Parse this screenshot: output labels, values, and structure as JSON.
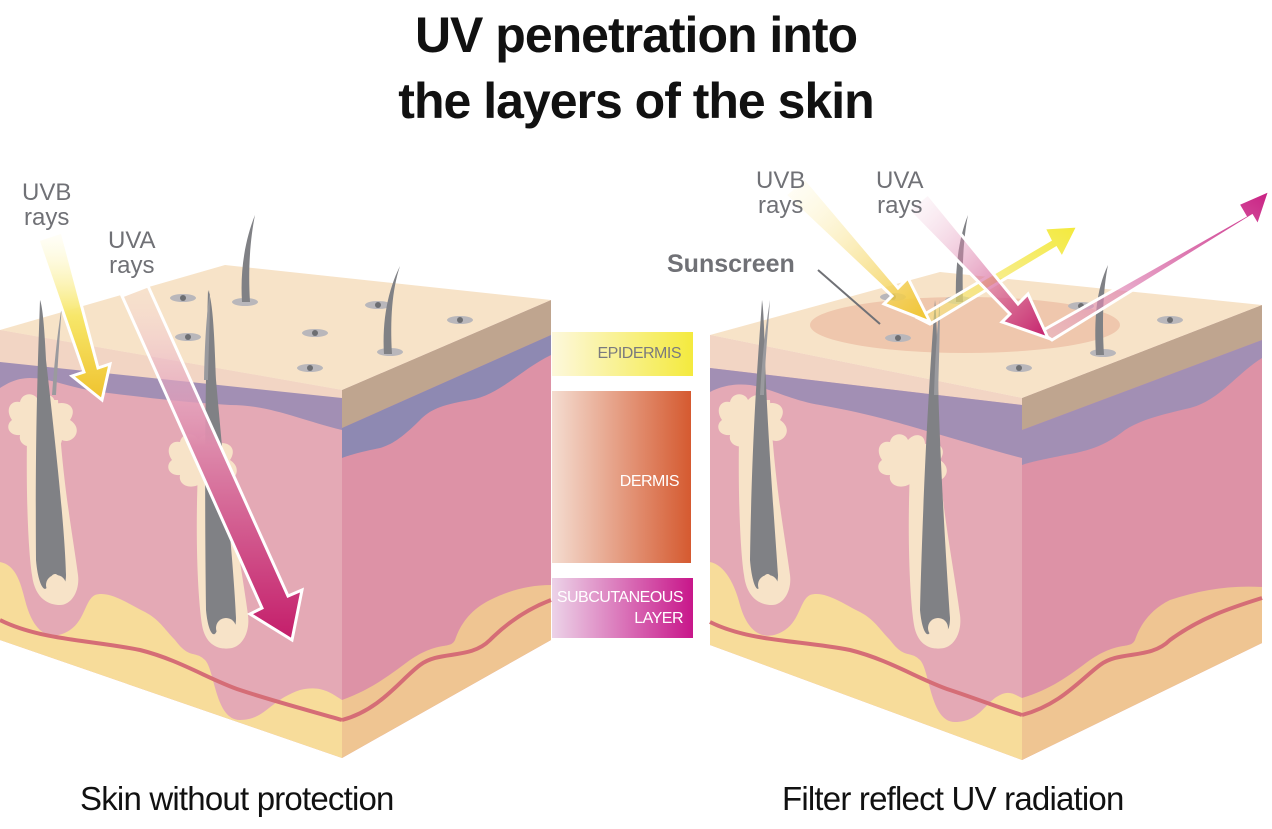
{
  "title": {
    "line1": "UV penetration into",
    "line2": "the layers of the skin"
  },
  "left_panel": {
    "uvb_label": {
      "line1": "UVB",
      "line2": "rays"
    },
    "uva_label": {
      "line1": "UVA",
      "line2": "rays"
    },
    "caption": "Skin without protection"
  },
  "right_panel": {
    "uvb_label": {
      "line1": "UVB",
      "line2": "rays"
    },
    "uva_label": {
      "line1": "UVA",
      "line2": "rays"
    },
    "sunscreen_label": "Sunscreen",
    "caption": "Filter reflect UV radiation"
  },
  "legend": {
    "epidermis": "EPIDERMIS",
    "dermis": "DERMIS",
    "subcutaneous_line1": "SUBCUTANEOUS",
    "subcutaneous_line2": "LAYER"
  },
  "colors": {
    "epidermis_top": "#f7e3c8",
    "epidermis_front": "#f2d5c4",
    "epidermis_side": "#bfa58f",
    "basal_layer": "#a28fb4",
    "dermis_front": "#e4a9b5",
    "dermis_side": "#dd92a6",
    "fat_front": "#f7dc9a",
    "fat_side": "#efc592",
    "vessel": "#d56d76",
    "hair": "#808185",
    "uvb_yellow": "#f3e84a",
    "uva_magenta": "#c41d6a",
    "label_gray": "#707176"
  }
}
